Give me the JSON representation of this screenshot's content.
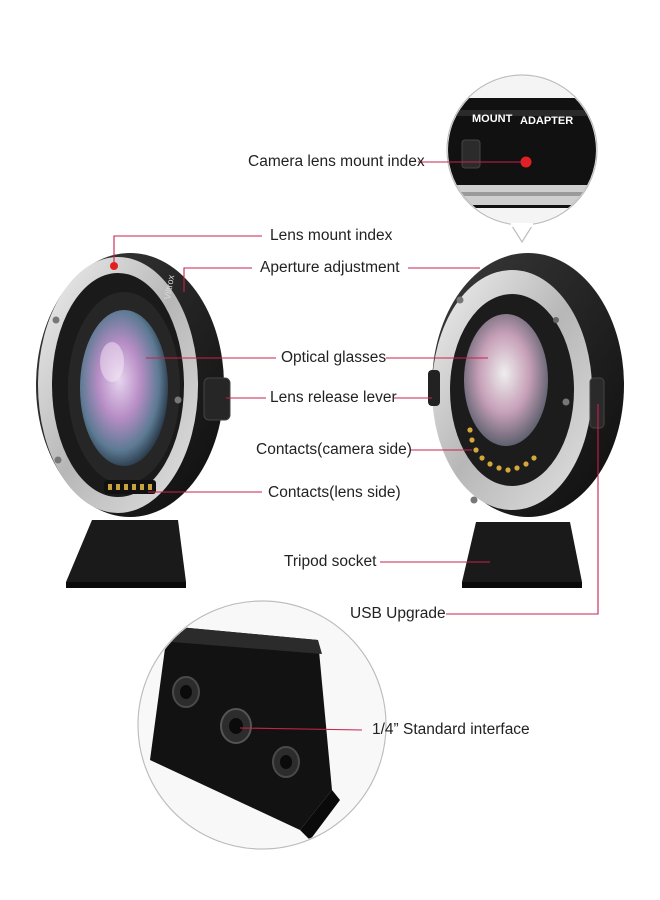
{
  "colors": {
    "leader_line": "#c8214f",
    "body_black": "#151515",
    "ring_silver": "#d8d8d8",
    "lens_tint": "#b88ec6"
  },
  "inset_top": {
    "text_mount": "MOUNT",
    "text_adapter": "ADAPTER"
  },
  "left_adapter": {
    "brand_engraving": "Viltrox"
  },
  "labels": {
    "camera_lens_mount_index": "Camera lens mount index",
    "lens_mount_index": "Lens mount index",
    "aperture_adjustment": "Aperture adjustment",
    "optical_glasses": "Optical glasses",
    "lens_release_lever": "Lens release lever",
    "contacts_camera_side": "Contacts(camera side)",
    "contacts_lens_side": "Contacts(lens side)",
    "tripod_socket": "Tripod socket",
    "usb_upgrade": "USB Upgrade",
    "standard_interface": "1/4” Standard interface"
  }
}
